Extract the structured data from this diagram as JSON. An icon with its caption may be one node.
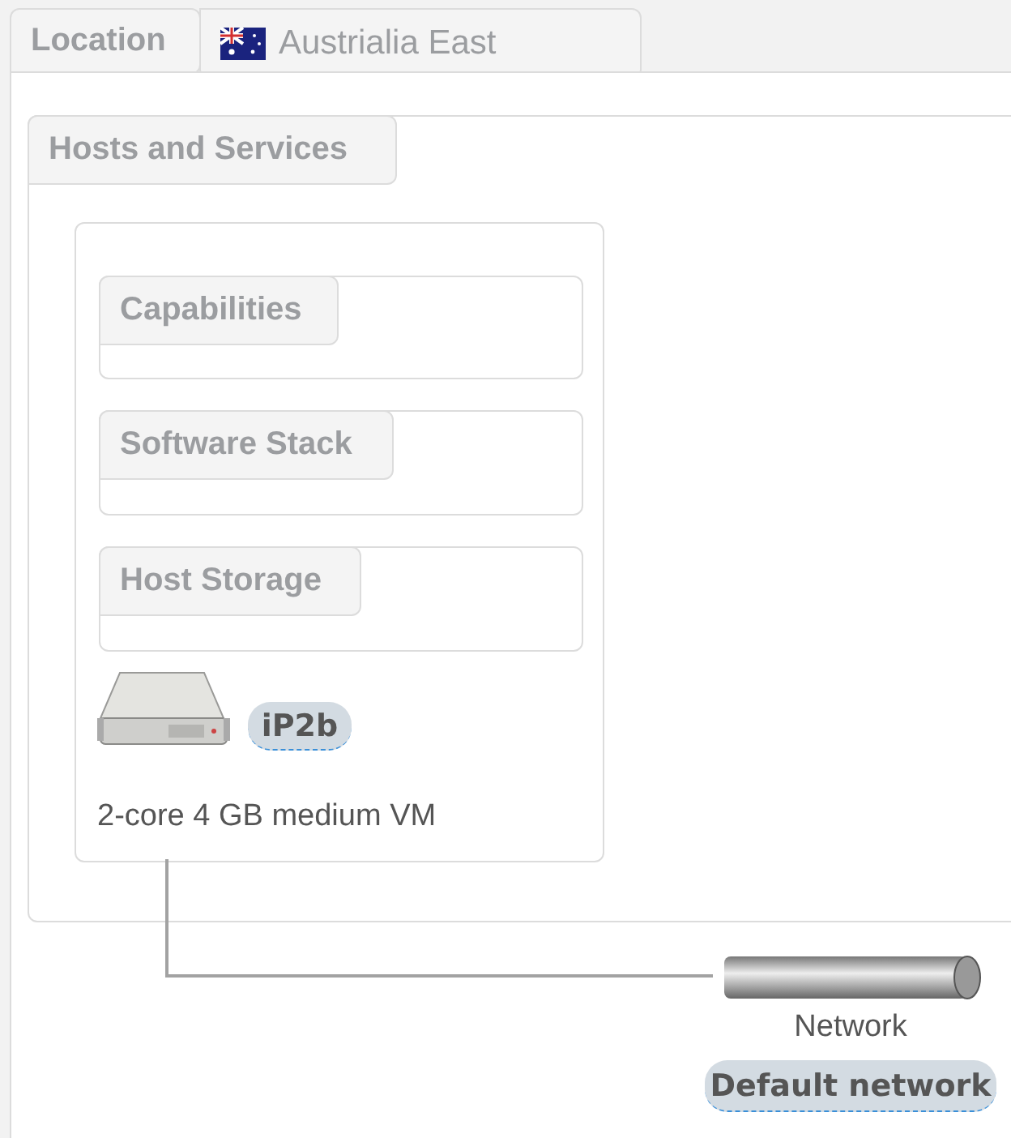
{
  "diagram": {
    "nodes": [
      {
        "text": [
          "Location",
          "Austrialia East"
        ]
      },
      {
        "text": [
          "Hosts and Services"
        ],
        "in": 0
      },
      {
        "text": [
          "iP2b",
          "2-core 4 GB medium VM"
        ],
        "in": 1
      },
      {
        "text": [
          "Capabilities"
        ],
        "in": 2
      },
      {
        "text": [
          "Software Stack"
        ],
        "in": 2
      },
      {
        "text": [
          "Host Storage"
        ],
        "in": 2
      },
      {
        "text": [
          "Network",
          "Default network"
        ],
        "in": 0
      }
    ],
    "edges": [
      {
        "from": 2,
        "to": 6,
        "arrow": "none"
      }
    ]
  }
}
